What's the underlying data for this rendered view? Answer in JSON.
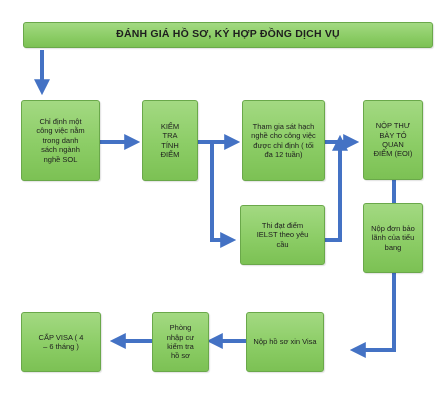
{
  "header": {
    "title": "ĐÁNH GIÁ HỒ SƠ, KÝ HỢP ĐỒNG DỊCH VỤ"
  },
  "steps": {
    "sol": "Chỉ định một công việc nằm trong danh sách ngành nghề SOL",
    "kiem_tra": "KIỂM TRA TÍNH ĐIỂM",
    "sat_hach": "Tham gia sát hạch nghề cho công việc được chỉ định ( tối đa 12 tuần)",
    "ielts": "Thi đạt điểm IELST theo yêu cầu",
    "eoi": "NỘP THƯ BÀY TỎ QUAN ĐIỂM (EOI)",
    "bao_lanh": "Nộp đơn bảo lãnh của tiểu bang",
    "visa": "Nộp hồ sơ xin Visa",
    "phong_nhap_cu": "Phòng nhập cư kiểm tra hồ sơ",
    "cap_visa": "CẤP VISA ( 4 – 6 tháng )"
  },
  "colors": {
    "box_fill": "#8ccd66",
    "box_border": "#6aa84a",
    "arrow": "#4472c4"
  }
}
